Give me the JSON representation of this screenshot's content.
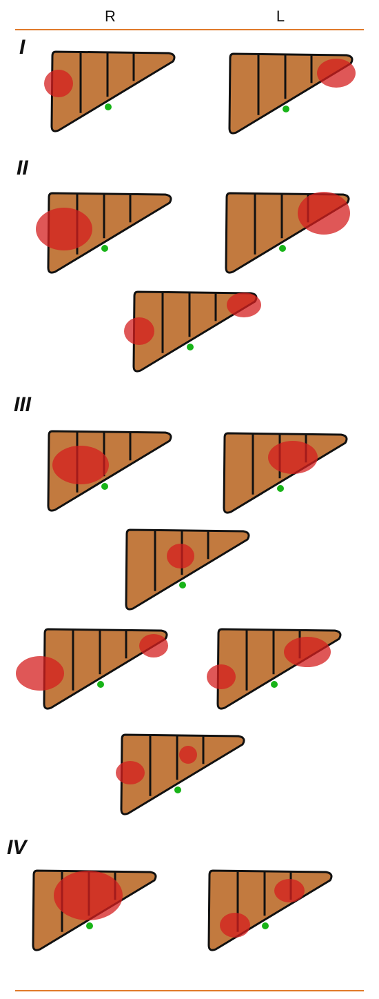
{
  "column_labels": {
    "right": "R",
    "left": "L"
  },
  "colors": {
    "rule": "#e07a2a",
    "liver": "#c27a3f",
    "outline": "#111111",
    "tumor": "#d41f1f",
    "hilum": "#18b418"
  },
  "stages": [
    {
      "label": "I",
      "diagram_count": 2
    },
    {
      "label": "II",
      "diagram_count": 3
    },
    {
      "label": "III",
      "diagram_count": 6
    },
    {
      "label": "IV",
      "diagram_count": 2
    }
  ]
}
